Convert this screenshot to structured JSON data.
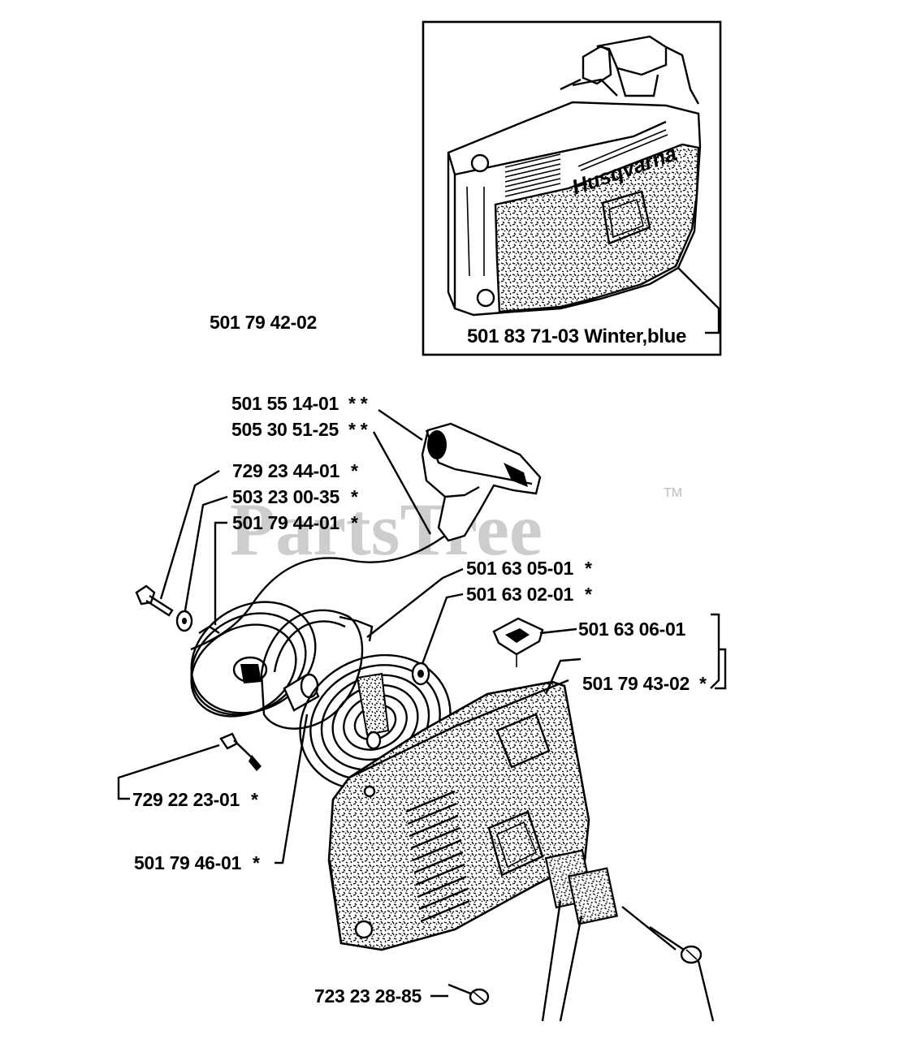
{
  "watermark": {
    "text": "PartsTree",
    "trademark": "TM"
  },
  "assembly_number": "501 79 42-02",
  "inset": {
    "brand_text": "Husqvarna",
    "label": "501 83 71-03 Winter,blue"
  },
  "parts": [
    {
      "number": "501 55 14-01",
      "mark": "* *"
    },
    {
      "number": "505 30 51-25",
      "mark": "* *"
    },
    {
      "number": "729 23 44-01",
      "mark": "*"
    },
    {
      "number": "503 23 00-35",
      "mark": "*"
    },
    {
      "number": "501 79 44-01",
      "mark": "*"
    },
    {
      "number": "501 63 05-01",
      "mark": "*"
    },
    {
      "number": "501 63 02-01",
      "mark": "*"
    },
    {
      "number": "501 63 06-01",
      "mark": ""
    },
    {
      "number": "501 79 43-02",
      "mark": "*"
    },
    {
      "number": "729 22 23-01",
      "mark": "*"
    },
    {
      "number": "501 79 46-01",
      "mark": "*"
    },
    {
      "number": "723 23 28-85",
      "mark": ""
    }
  ],
  "colors": {
    "line": "#000000",
    "background": "#ffffff",
    "watermark": "#bdbdbd"
  }
}
